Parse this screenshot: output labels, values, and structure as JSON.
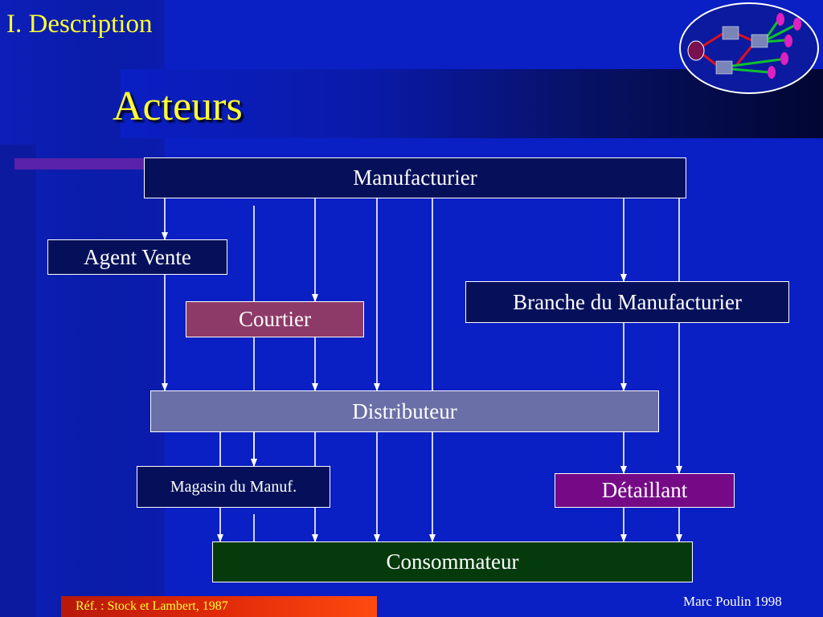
{
  "header": {
    "section": "I.  Description",
    "title": "Acteurs"
  },
  "logo": {
    "icon": "network-flow-logo-icon"
  },
  "diagram": {
    "nodes": {
      "manufacturier": "Manufacturier",
      "agent_vente": "Agent Vente",
      "branche": "Branche du Manufacturier",
      "courtier": "Courtier",
      "distributeur": "Distributeur",
      "magasin": "Magasin du Manuf.",
      "detaillant": "Détaillant",
      "consommateur": "Consommateur"
    },
    "edges": [
      [
        "Manufacturier",
        "Agent Vente"
      ],
      [
        "Manufacturier",
        "Courtier"
      ],
      [
        "Manufacturier",
        "Branche du Manufacturier"
      ],
      [
        "Manufacturier",
        "Distributeur"
      ],
      [
        "Manufacturier",
        "Magasin du Manuf."
      ],
      [
        "Manufacturier",
        "Détaillant"
      ],
      [
        "Manufacturier",
        "Consommateur"
      ],
      [
        "Agent Vente",
        "Distributeur"
      ],
      [
        "Courtier",
        "Distributeur"
      ],
      [
        "Courtier",
        "Consommateur"
      ],
      [
        "Branche du Manufacturier",
        "Distributeur"
      ],
      [
        "Distributeur",
        "Magasin du Manuf."
      ],
      [
        "Distributeur",
        "Consommateur"
      ],
      [
        "Distributeur",
        "Détaillant"
      ],
      [
        "Magasin du Manuf.",
        "Consommateur"
      ],
      [
        "Détaillant",
        "Consommateur"
      ]
    ],
    "colors": {
      "dark_box": "#06105a",
      "courtier": "#8e3a68",
      "distributeur": "#6a6fa8",
      "detaillant": "#760a86",
      "consommateur": "#053a0c"
    }
  },
  "footer": {
    "reference": "Réf. : Stock et Lambert, 1987",
    "author": "Marc Poulin 1998"
  },
  "colors": {
    "background": "#0a1fc4",
    "title_text": "#ffff33",
    "accent": "#5a22a8"
  }
}
